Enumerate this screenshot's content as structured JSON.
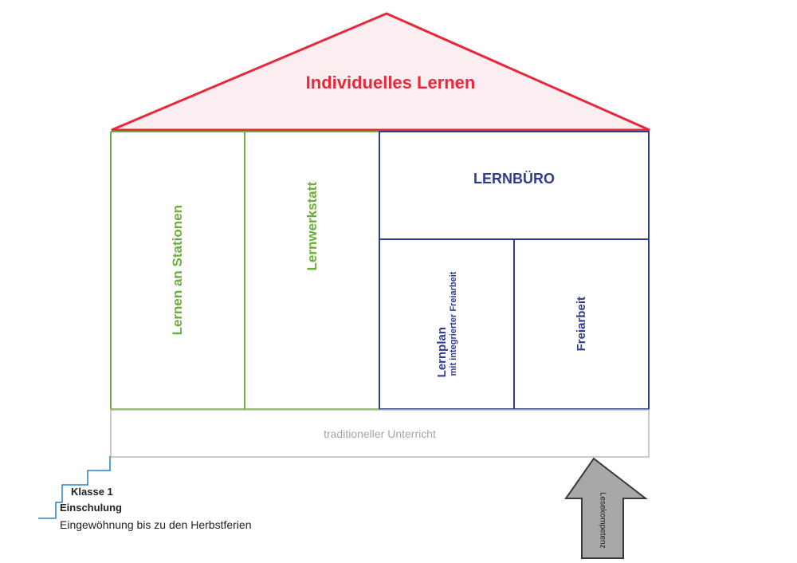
{
  "colors": {
    "roof": "#e8283c",
    "roof_fill": "#fbeef0",
    "green": "#6cae3a",
    "blue": "#2e3c8f",
    "gray_text": "#a6a6a6",
    "gray_line": "#b8b8b8",
    "stairs": "#2a7fc0",
    "arrow_fill": "#a8a8a8",
    "arrow_stroke": "#3a3a3a"
  },
  "roof": {
    "title": "Individuelles Lernen"
  },
  "columns": {
    "stationen": "Lernen an Stationen",
    "werkstatt": "Lernwerkstatt"
  },
  "lernbuero": {
    "title": "LERNBÜRO",
    "lernplan_title": "Lernplan",
    "lernplan_sub": "mit integrierter Freiarbeit",
    "freiarbeit": "Freiarbeit"
  },
  "foundation": {
    "label": "traditioneller Unterricht"
  },
  "steps": {
    "klasse": "Klasse 1",
    "einschulung": "Einschulung",
    "eingewoehnung": "Eingewöhnung bis zu den Herbstferien"
  },
  "arrow": {
    "label": "Lesekompetenz"
  }
}
